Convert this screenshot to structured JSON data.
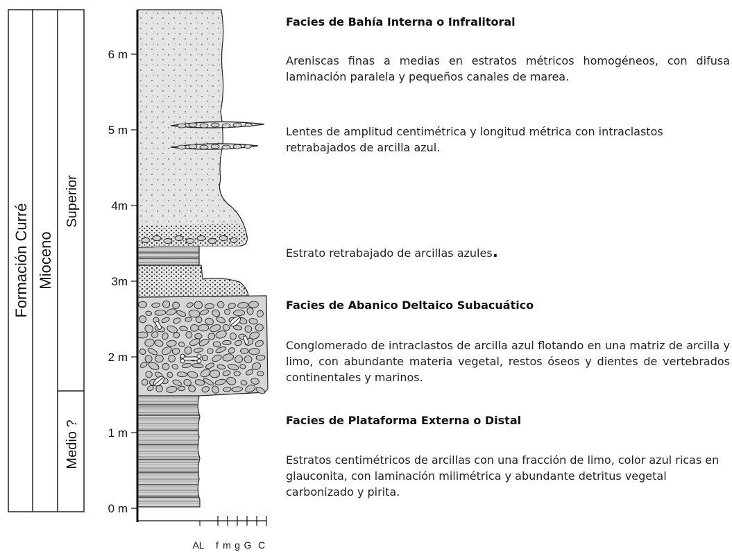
{
  "stratigraphy": {
    "formation": "Formación Curré",
    "series": "Mioceno",
    "stage_upper": "Superior",
    "stage_middle": "Medio ?"
  },
  "scale": {
    "ticks": [
      {
        "value": 0,
        "label": "0 m"
      },
      {
        "value": 1,
        "label": "1 m"
      },
      {
        "value": 2,
        "label": "2 m"
      },
      {
        "value": 3,
        "label": "3m"
      },
      {
        "value": 4,
        "label": "4m"
      },
      {
        "value": 5,
        "label": "5 m"
      },
      {
        "value": 6,
        "label": "6 m"
      }
    ]
  },
  "grain_size": {
    "labels": [
      "AL",
      "f",
      "m",
      "g",
      "G",
      "C"
    ]
  },
  "descriptions": {
    "facies_bahia_title": "Facies de Bahía Interna o Infralitoral",
    "facies_bahia_text": "Areniscas finas a medias en estratos métricos homogéneos, con difusa laminación paralela y pequeños canales de marea.",
    "lentes_text": "Lentes de amplitud centimétrica y longitud métrica con intraclastos retrabajados de arcilla azul.",
    "estrato_text": "Estrato retrabajado de arcillas azules",
    "estrato_dot": ".",
    "facies_abanico_title": "Facies de Abanico Deltaico Subacuático",
    "facies_abanico_text": "Conglomerado de intraclastos de arcilla azul flotando en una matriz de arcilla y limo, con abundante materia vegetal, restos óseos y dientes de vertebrados continentales y marinos.",
    "facies_plataforma_title": "Facies de Plataforma Externa o Distal",
    "facies_plataforma_text": "Estratos centimétricos de arcillas con una fracción de limo, color azul ricas en glauconita, con laminación milimétrica y abundante detritus vegetal carbonizado y pirita."
  },
  "colors": {
    "sand_fill": "#e4e4e4",
    "conglomerate_fill": "#d6d6d6",
    "clast_fill": "#c4c4c4",
    "clay_fill": "#cfcfcf",
    "line": "#222222"
  }
}
